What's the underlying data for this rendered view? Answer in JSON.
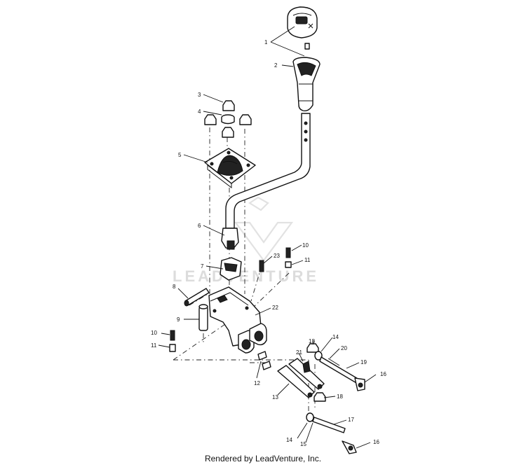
{
  "watermark": {
    "text": "LEADVENTURE"
  },
  "credit": "Rendered by LeadVenture, Inc.",
  "callouts": [
    {
      "id": "c1a",
      "text": "1"
    },
    {
      "id": "c2",
      "text": "2"
    },
    {
      "id": "c3",
      "text": "3"
    },
    {
      "id": "c4",
      "text": "4"
    },
    {
      "id": "c5",
      "text": "5"
    },
    {
      "id": "c6",
      "text": "6"
    },
    {
      "id": "c7",
      "text": "7"
    },
    {
      "id": "c8",
      "text": "8"
    },
    {
      "id": "c9",
      "text": "9"
    },
    {
      "id": "c10a",
      "text": "10"
    },
    {
      "id": "c10b",
      "text": "10"
    },
    {
      "id": "c11a",
      "text": "11"
    },
    {
      "id": "c11b",
      "text": "11"
    },
    {
      "id": "c12",
      "text": "12"
    },
    {
      "id": "c13",
      "text": "13"
    },
    {
      "id": "c14a",
      "text": "14"
    },
    {
      "id": "c14b",
      "text": "14"
    },
    {
      "id": "c15",
      "text": "15"
    },
    {
      "id": "c16a",
      "text": "16"
    },
    {
      "id": "c16b",
      "text": "16"
    },
    {
      "id": "c17",
      "text": "17"
    },
    {
      "id": "c18a",
      "text": "18"
    },
    {
      "id": "c18b",
      "text": "18"
    },
    {
      "id": "c19",
      "text": "19"
    },
    {
      "id": "c20",
      "text": "20"
    },
    {
      "id": "c21",
      "text": "21"
    },
    {
      "id": "c22",
      "text": "22"
    },
    {
      "id": "c23",
      "text": "23"
    }
  ]
}
